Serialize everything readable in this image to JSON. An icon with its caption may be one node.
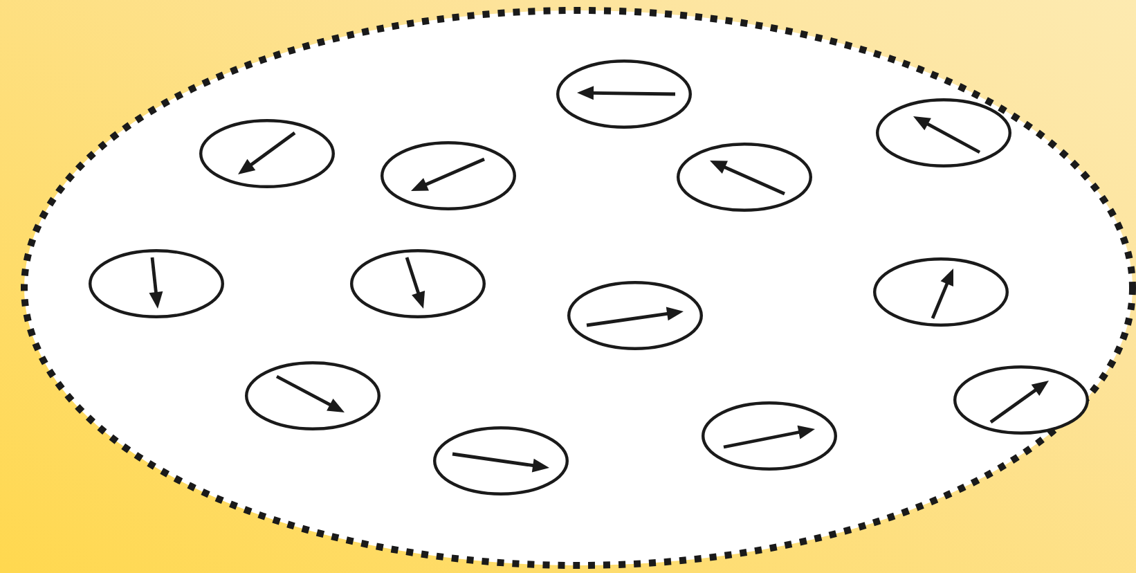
{
  "diagram": {
    "nodes": [
      {
        "text": [],
        "shape": "ellipse"
      },
      {
        "text": [],
        "shape": "ellipse",
        "in": 0
      },
      {
        "text": [],
        "shape": "ellipse",
        "in": 0
      },
      {
        "text": [],
        "shape": "ellipse",
        "in": 0
      },
      {
        "text": [],
        "shape": "ellipse",
        "in": 0
      },
      {
        "text": [],
        "shape": "ellipse",
        "in": 0
      },
      {
        "text": [],
        "shape": "ellipse",
        "in": 0
      },
      {
        "text": [],
        "shape": "ellipse",
        "in": 0
      },
      {
        "text": [],
        "shape": "ellipse",
        "in": 0
      },
      {
        "text": [],
        "shape": "ellipse",
        "in": 0
      },
      {
        "text": [],
        "shape": "ellipse",
        "in": 0
      },
      {
        "text": [],
        "shape": "ellipse",
        "in": 0
      },
      {
        "text": [],
        "shape": "ellipse",
        "in": 0
      },
      {
        "text": [],
        "shape": "ellipse",
        "in": 0
      }
    ]
  }
}
